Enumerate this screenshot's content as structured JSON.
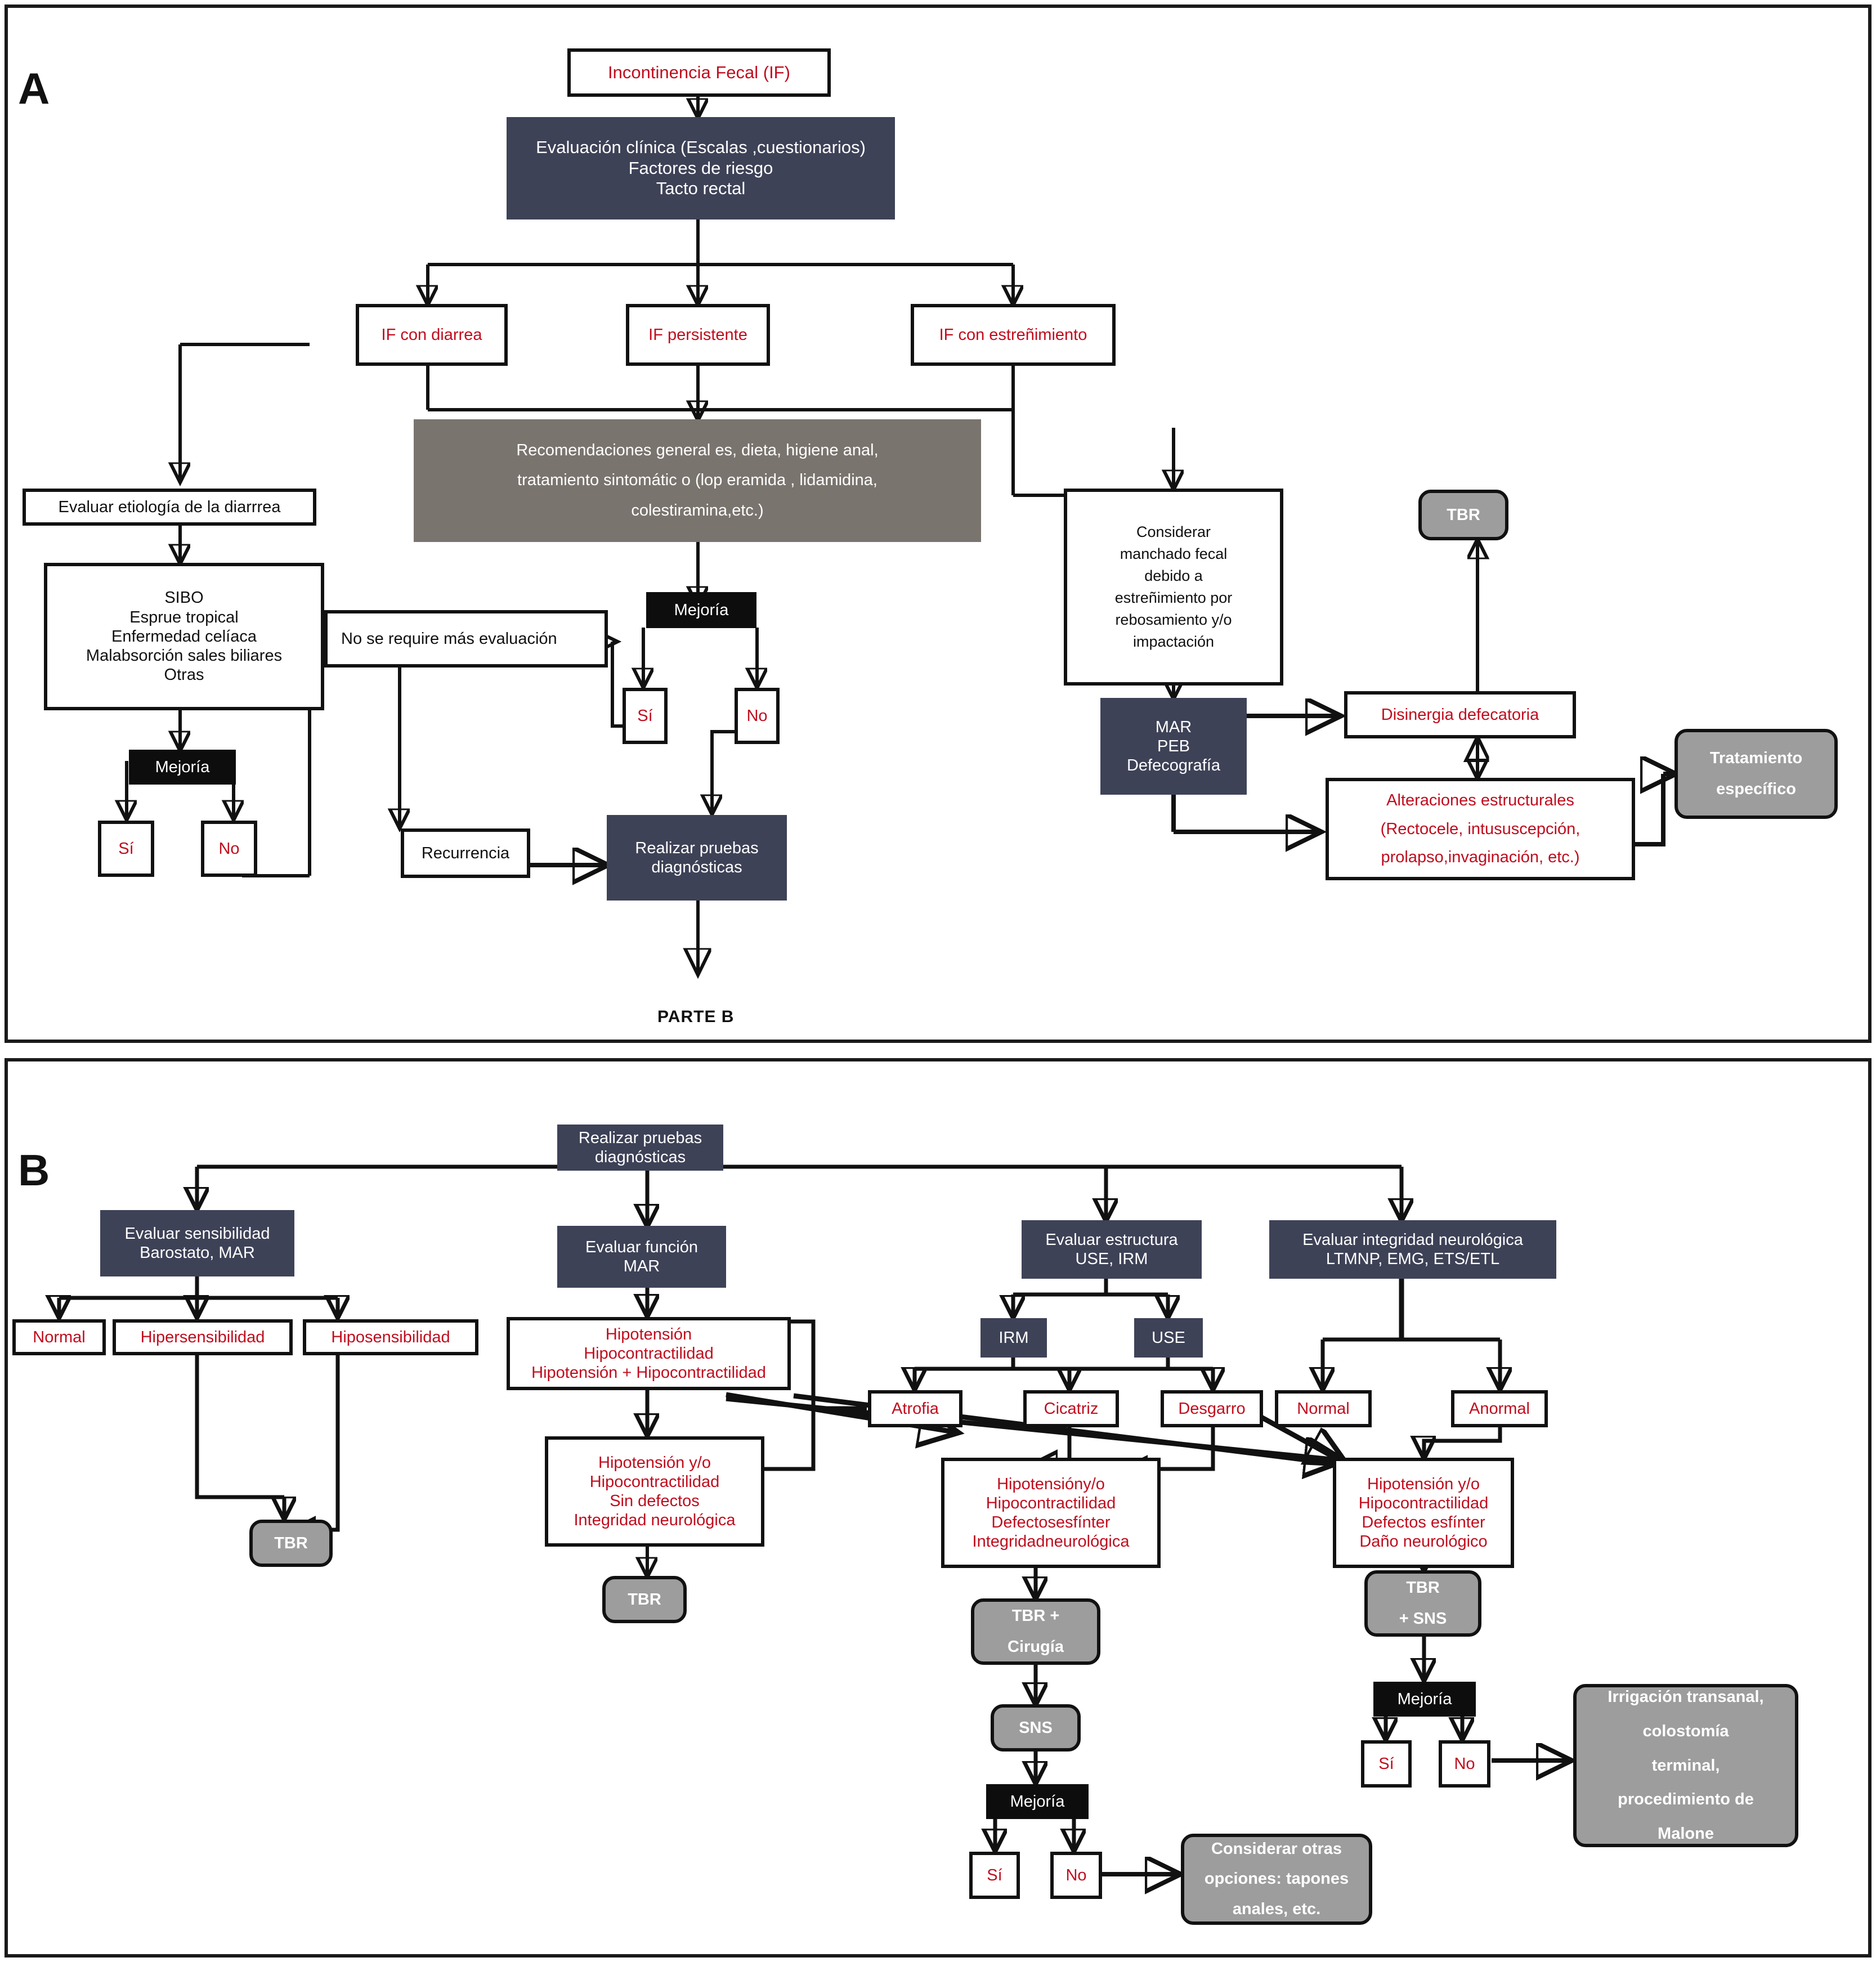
{
  "figure": {
    "panelA_letter": "A",
    "panelB_letter": "B",
    "parte_b_label": "PARTE B"
  },
  "colors": {
    "navy": "#3e4257",
    "gray_rounded": "#9d9d9d",
    "gray_box": "#7a746e",
    "black_box": "#0d0d0d",
    "red_text": "#c00d1e",
    "white": "#ffffff",
    "border": "#111111",
    "accent_green": "#6aa442"
  },
  "panelA": {
    "title_box": "Incontinencia Fecal (IF)",
    "clinical_eval": "Evaluación clínica (Escalas ,cuestionarios)\nFactores de riesgo\nTacto rectal",
    "branch_diarrea": "IF con diarrea",
    "branch_persistente": "IF persistente",
    "branch_estrenimiento": "IF con estreñimiento",
    "recomendaciones": "Recomendaciones general es, dieta, higiene anal,\ntratamiento sintomátic o (lop eramida , lidamidina,\ncolestiramina,etc.)",
    "evaluar_etiologia": "Evaluar etiología de la diarrrea",
    "causas": "SIBO\nEsprue tropical\nEnfermedad celíaca\nMalabsorción sales biliares\nOtras",
    "mejoria_izq": "Mejoría",
    "si_izq": "Sí",
    "no_izq": "No",
    "no_requiere": "No  se require más evaluación",
    "mejoria_centro": "Mejoría",
    "si_centro": "Sí",
    "no_centro": "No",
    "recurrencia": "Recurrencia",
    "realizar_pruebas": "Realizar pruebas\ndiagnósticas",
    "considerar_manchado": "Considerar\nmanchado fecal\ndebido  a\nestreñimiento por\nrebosamiento y/o\nimpactación",
    "mar_peb_defeco": "MAR\nPEB\nDefecografía",
    "tbr_a": "TBR",
    "disinergia": "Disinergia defecatoria",
    "alteraciones": "Alteraciones  estructurales\n(Rectocele, intususcepción,\nprolapso,invaginación, etc.)",
    "tratamiento_especifico": "Tratamiento\nespecífico"
  },
  "panelB": {
    "realizar_pruebas": "Realizar pruebas\ndiagnósticas",
    "evaluar_sensibilidad": "Evaluar sensibilidad\nBarostato, MAR",
    "evaluar_funcion": "Evaluar  función\nMAR",
    "evaluar_estructura": "Evaluar estructura\nUSE, IRM",
    "evaluar_neuro": "Evaluar integridad neurológica\nLTMNP, EMG, ETS/ETL",
    "normal_sens": "Normal",
    "hipersensibilidad": "Hipersensibilidad",
    "hiposensibilidad": "Hiposensibilidad",
    "tbr_sens": "TBR",
    "hipotension_list": "Hipotensión\nHipocontractilidad\nHipotensión + Hipocontractilidad",
    "irm": "IRM",
    "use": "USE",
    "atrofia": "Atrofia",
    "cicatriz": "Cicatriz",
    "desgarro": "Desgarro",
    "normal_neuro": "Normal",
    "anormal_neuro": "Anormal",
    "sin_defectos": "Hipotensión y/o\nHipocontractilidad\nSin defectos\nIntegridad neurológica",
    "tbr_funcion": "TBR",
    "defectos_esfinter_integridad": "Hipotensióny/o\nHipocontractilidad\nDefectosesfínter\nIntegridadneurológica",
    "tbr_cirugia": "TBR +\nCirugía",
    "sns": "SNS",
    "mejoria_centro": "Mejoría",
    "si_centro": "Sí",
    "no_centro": "No",
    "considerar_otras": "Considerar otras\nopciones: tapones\nanales, etc.",
    "dano_neurologico": "Hipotensión y/o\nHipocontractilidad\nDefectos esfínter\nDaño neurológico",
    "tbr_sns": "TBR\n+ SNS",
    "mejoria_der": "Mejoría",
    "si_der": "Sí",
    "no_der": "No",
    "irrigacion": "Irrigación transanal,\ncolostomía\nterminal,\nprocedimiento de\nMalone"
  }
}
